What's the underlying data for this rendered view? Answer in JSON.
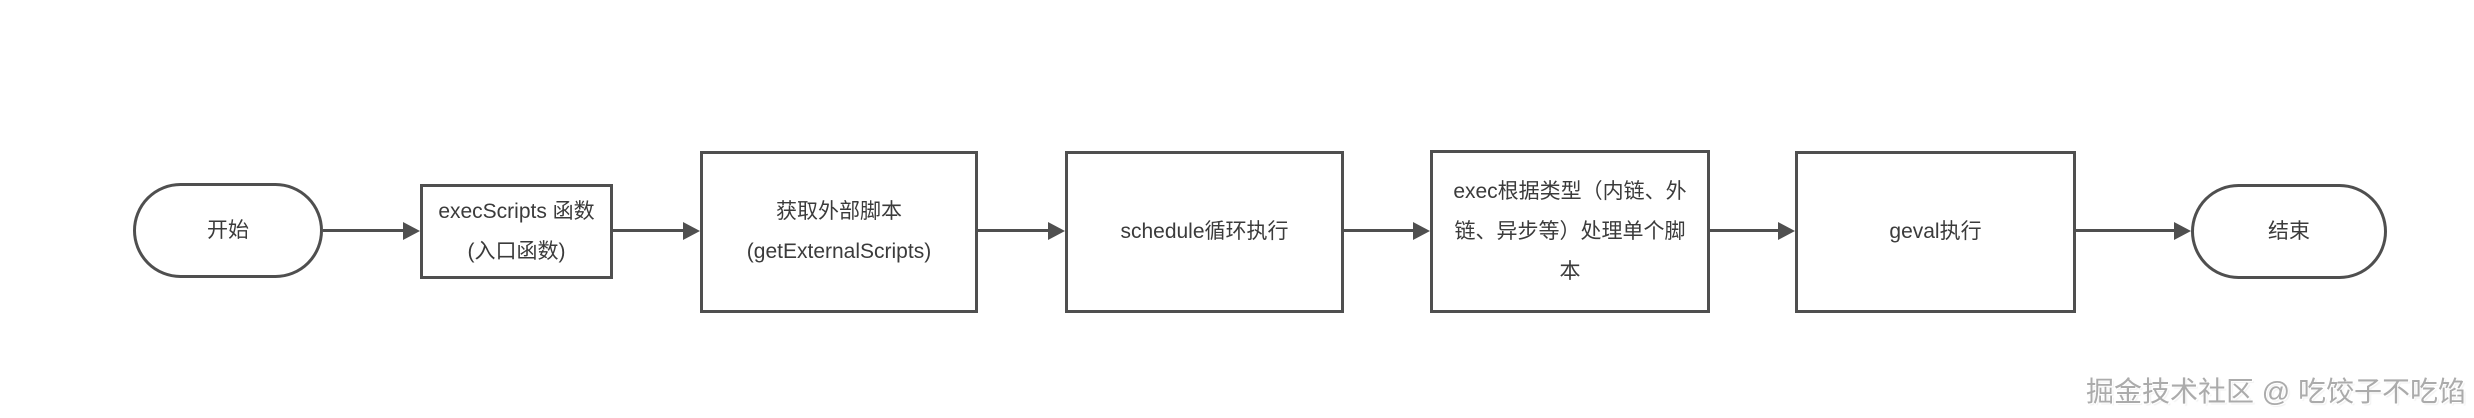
{
  "flowchart": {
    "nodes": [
      {
        "id": "start",
        "type": "terminator",
        "label": "开始"
      },
      {
        "id": "execScripts",
        "type": "process",
        "lines": [
          "execScripts 函数",
          "(入口函数)"
        ]
      },
      {
        "id": "getExternalScripts",
        "type": "process",
        "lines": [
          "获取外部脚本",
          "(getExternalScripts)"
        ]
      },
      {
        "id": "schedule",
        "type": "process",
        "label": "schedule循环执行"
      },
      {
        "id": "exec",
        "type": "process",
        "label": "exec根据类型（内链、外链、异步等）处理单个脚本"
      },
      {
        "id": "geval",
        "type": "process",
        "label": "geval执行"
      },
      {
        "id": "end",
        "type": "terminator",
        "label": "结束"
      }
    ],
    "edges": [
      {
        "from": "start",
        "to": "execScripts"
      },
      {
        "from": "execScripts",
        "to": "getExternalScripts"
      },
      {
        "from": "getExternalScripts",
        "to": "schedule"
      },
      {
        "from": "schedule",
        "to": "exec"
      },
      {
        "from": "exec",
        "to": "geval"
      },
      {
        "from": "geval",
        "to": "end"
      }
    ],
    "watermark": "掘金技术社区 @ 吃饺子不吃馅",
    "colors": {
      "stroke": "#4f4f4f",
      "text": "#3b3b3b",
      "background": "#ffffff",
      "watermark": "#ababab"
    }
  }
}
